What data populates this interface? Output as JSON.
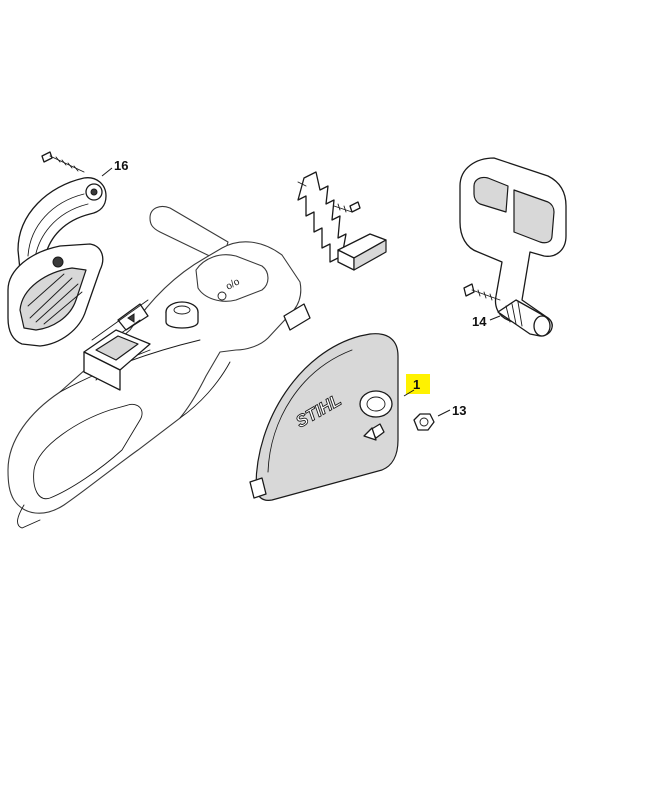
{
  "diagram": {
    "callouts": {
      "part_1": "1",
      "part_13": "13",
      "part_14": "14",
      "part_16": "16"
    },
    "cover_logo": "STIHL",
    "highlight_color": "#fff200",
    "line_color": "#1a1a1a",
    "background_color": "#ffffff"
  }
}
